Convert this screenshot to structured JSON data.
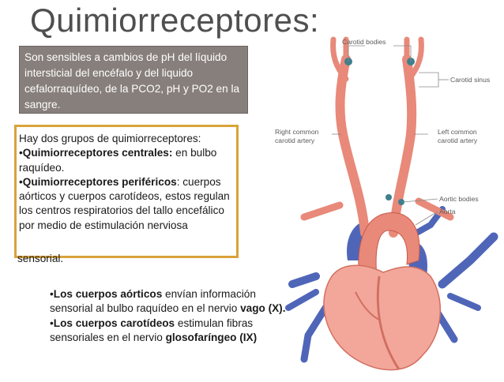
{
  "title": "Quimiorreceptores:",
  "intro_box": {
    "text": "Son sensibles a cambios de pH del líquido intersticial del encéfalo y del liquido cefalorraquídeo, de la PCO2, pH y PO2 en la sangre."
  },
  "groups_box": {
    "line1": "Hay dos grupos de quimiorreceptores:",
    "bullet": "•",
    "central_label": "Quimiorreceptores centrales:",
    "central_text": " en bulbo raquídeo.",
    "peripheral_label": "Quimiorreceptores periféricos",
    "peripheral_text": ": cuerpos aórticos y cuerpos carotídeos, estos regulan los centros respiratorios del tallo encefálico por medio de estimulación nerviosa",
    "overflow_text": "sensorial."
  },
  "details": {
    "aortic_label": "Los cuerpos aórticos",
    "aortic_text": " envían información sensorial al bulbo raquídeo en el nervio ",
    "aortic_nerve": "vago (X).",
    "carotid_label": "Los cuerpos carotídeos",
    "carotid_text": " estimulan fibras sensoriales en el nervio ",
    "carotid_nerve": "glosofaríngeo (IX)"
  },
  "figure": {
    "labels": {
      "carotid_bodies": "Carotid bodies",
      "carotid_sinus": "Carotid sinus",
      "right_common_1": "Right common",
      "right_common_2": "carotid artery",
      "left_common_1": "Left common",
      "left_common_2": "carotid artery",
      "aortic_bodies": "Aortic bodies",
      "aorta": "Aorta"
    },
    "colors": {
      "artery": "#e8897a",
      "artery_dark": "#c85a4a",
      "vein": "#4f66b8",
      "heart": "#f2a79a",
      "heart_dark": "#d26f60",
      "receptor": "#3f7f8c"
    }
  }
}
